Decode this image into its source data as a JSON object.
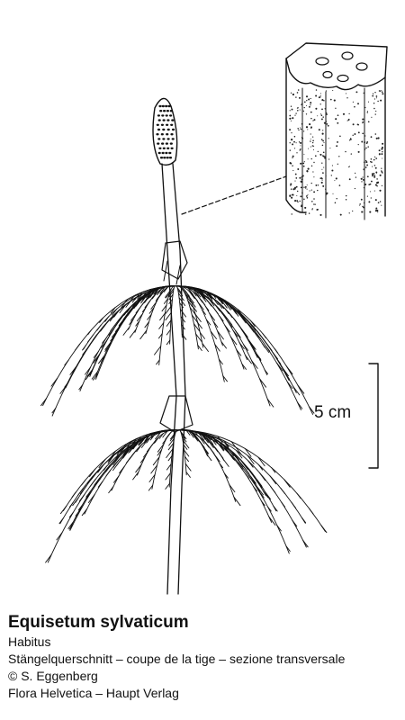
{
  "illustration": {
    "scale_label": "5 cm"
  },
  "caption": {
    "title": "Equisetum sylvaticum",
    "habit": "Habitus",
    "cross_section": "Stängelquerschnitt – coupe de la tige – sezione transversale",
    "author": "© S. Eggenberg",
    "publisher": "Flora Helvetica – Haupt Verlag"
  }
}
